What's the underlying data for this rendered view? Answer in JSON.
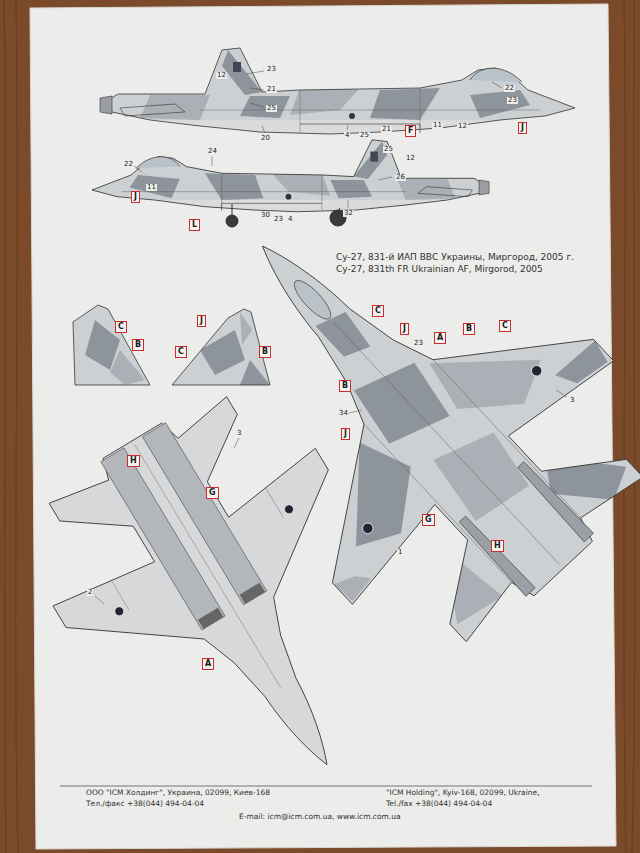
{
  "diagram": {
    "caption": "Су-27, 831-й ИАП ВВС Украины, Миргород, 2005 г.",
    "nodes": [
      {
        "text": [
          "F"
        ]
      },
      {
        "text": [
          "J"
        ]
      },
      {
        "text": [
          "J"
        ]
      },
      {
        "text": [
          "L"
        ]
      },
      {
        "text": [
          "C"
        ]
      },
      {
        "text": [
          "J"
        ]
      },
      {
        "text": [
          "C"
        ]
      },
      {
        "text": [
          "J"
        ]
      },
      {
        "text": [
          "A"
        ]
      },
      {
        "text": [
          "B"
        ]
      },
      {
        "text": [
          "C"
        ]
      },
      {
        "text": [
          "B"
        ]
      },
      {
        "text": [
          "C"
        ]
      },
      {
        "text": [
          "B"
        ]
      },
      {
        "text": [
          "B"
        ]
      },
      {
        "text": [
          "J"
        ]
      },
      {
        "text": [
          "H"
        ]
      },
      {
        "text": [
          "G"
        ]
      },
      {
        "text": [
          "G"
        ]
      },
      {
        "text": [
          "H"
        ]
      },
      {
        "text": [
          "A"
        ]
      }
    ],
    "labels": [
      "12",
      "23",
      "21",
      "25",
      "20",
      "4",
      "25",
      "21",
      "11",
      "12",
      "22",
      "23",
      "22",
      "24",
      "11",
      "25",
      "12",
      "26",
      "30",
      "23",
      "4",
      "32",
      "Су-27, 831th FR Ukrainian AF, Mirgorod, 2005",
      "23",
      "34",
      "3",
      "1",
      "3",
      "2",
      "ООО \"ICM Холдинг\", Украина, 02099, Киев-168",
      "Тел./факс +38(044) 494-04-04",
      "\"ICM Holding\", Kyiv-168, 02099, Ukraine,",
      "Tel./fax +38(044) 494-04-04",
      "E-mail: icm@icm.com.ua, www.icm.com.ua"
    ]
  }
}
